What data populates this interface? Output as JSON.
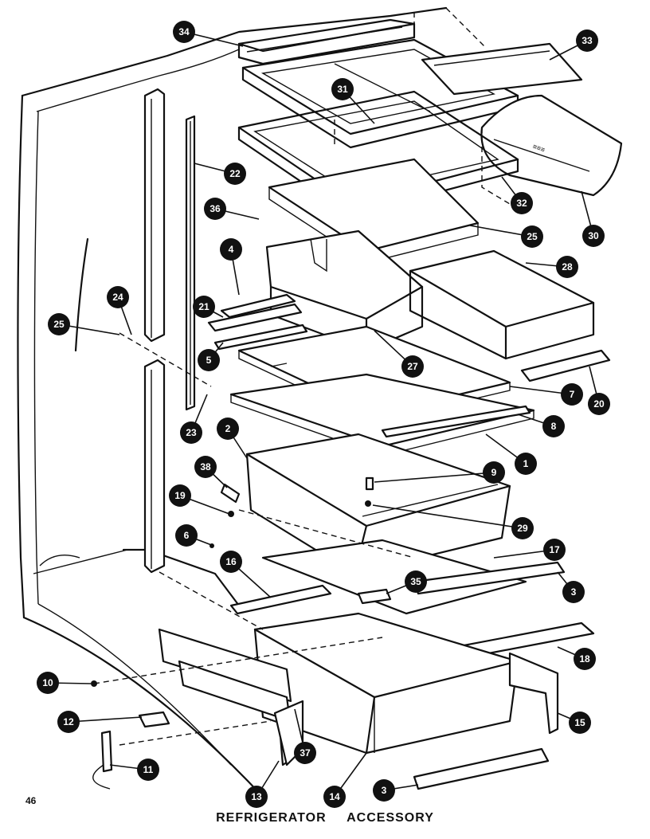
{
  "page_number": "46",
  "caption": {
    "word1": "REFRIGERATOR",
    "word2": "ACCESSORY"
  },
  "callouts": [
    "34",
    "33",
    "31",
    "30",
    "32",
    "22",
    "36",
    "25",
    "28",
    "4",
    "21",
    "24",
    "25",
    "5",
    "27",
    "7",
    "20",
    "8",
    "23",
    "2",
    "1",
    "38",
    "9",
    "19",
    "6",
    "29",
    "17",
    "16",
    "35",
    "3",
    "18",
    "10",
    "12",
    "37",
    "15",
    "11",
    "13",
    "14",
    "3"
  ]
}
